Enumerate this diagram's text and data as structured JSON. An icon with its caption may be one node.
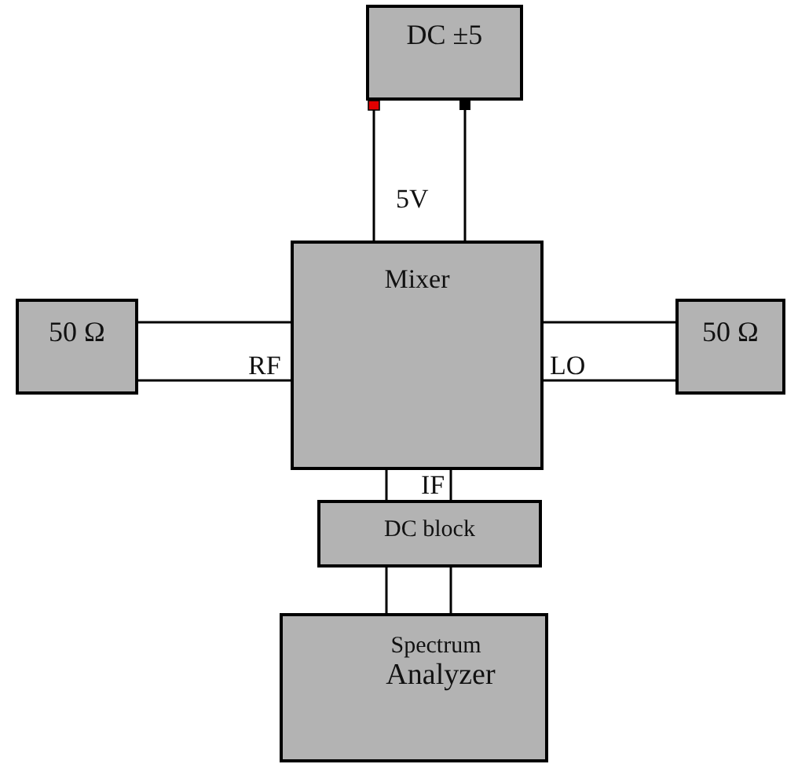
{
  "diagram": {
    "nodes": [
      {
        "text": [
          "DC ±5"
        ]
      },
      {
        "text": [
          "Mixer"
        ]
      },
      {
        "text": [
          "50 Ω"
        ]
      },
      {
        "text": [
          "50 Ω"
        ]
      },
      {
        "text": [
          "DC block"
        ]
      },
      {
        "text": [
          "Spectrum",
          "Analyzer"
        ]
      }
    ],
    "edges": [
      {
        "from": 0,
        "to": 1,
        "arrow": "other"
      },
      {
        "from": 0,
        "to": 1,
        "arrow": "other",
        "label": "5V"
      },
      {
        "from": 2,
        "to": 1,
        "arrow": "none"
      },
      {
        "from": 2,
        "to": 1,
        "arrow": "none",
        "label": "RF"
      },
      {
        "from": 1,
        "to": 3,
        "arrow": "none"
      },
      {
        "from": 1,
        "to": 3,
        "arrow": "none",
        "label": "LO"
      },
      {
        "from": 1,
        "to": 4,
        "arrow": "none"
      },
      {
        "from": 1,
        "to": 4,
        "arrow": "none",
        "label": "IF"
      },
      {
        "from": 4,
        "to": 5,
        "arrow": "none"
      },
      {
        "from": 4,
        "to": 5,
        "arrow": "none"
      }
    ]
  }
}
